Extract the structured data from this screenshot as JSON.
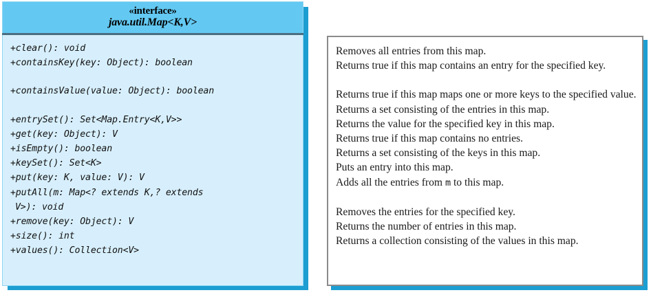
{
  "diagram": {
    "title": "java.util.Map<K,V> interface UML class diagram",
    "colors": {
      "header_fill": "#63c9f2",
      "body_fill": "#d7effc",
      "shadow": "#1c9ed2",
      "divider": "#4a6e80",
      "panel_border": "#8a8a8a",
      "panel_fill": "#ffffff"
    }
  },
  "uml": {
    "stereotype": "«interface»",
    "type_name": "java.util.Map<K,V>",
    "methods": [
      {
        "signature": "+clear(): void",
        "gap_after": false,
        "continuation": false
      },
      {
        "signature": "+containsKey(key: Object): boolean",
        "gap_after": true,
        "continuation": false
      },
      {
        "signature": "+containsValue(value: Object): boolean",
        "gap_after": true,
        "continuation": false
      },
      {
        "signature": "+entrySet(): Set<Map.Entry<K,V>>",
        "gap_after": false,
        "continuation": false
      },
      {
        "signature": "+get(key: Object): V",
        "gap_after": false,
        "continuation": false
      },
      {
        "signature": "+isEmpty(): boolean",
        "gap_after": false,
        "continuation": false
      },
      {
        "signature": "+keySet(): Set<K>",
        "gap_after": false,
        "continuation": false
      },
      {
        "signature": "+put(key: K, value: V): V",
        "gap_after": false,
        "continuation": false
      },
      {
        "signature": "+putAll(m: Map<? extends K,? extends",
        "gap_after": false,
        "continuation": false
      },
      {
        "signature": "V>): void",
        "gap_after": false,
        "continuation": true
      },
      {
        "signature": "+remove(key: Object): V",
        "gap_after": false,
        "continuation": false
      },
      {
        "signature": "+size(): int",
        "gap_after": false,
        "continuation": false
      },
      {
        "signature": "+values(): Collection<V>",
        "gap_after": false,
        "continuation": false
      }
    ]
  },
  "descriptions": {
    "lines": [
      {
        "text": "Removes all entries from this map.",
        "gap_after": false,
        "mono_token": ""
      },
      {
        "text": "Returns true if this map contains an entry for the specified key.",
        "gap_after": true,
        "mono_token": ""
      },
      {
        "text": "Returns true if this map maps one or more keys to the specified value.",
        "gap_after": false,
        "mono_token": ""
      },
      {
        "text": "Returns a set consisting of the entries in this map.",
        "gap_after": false,
        "mono_token": ""
      },
      {
        "text": "Returns the value for the specified key in this map.",
        "gap_after": false,
        "mono_token": ""
      },
      {
        "text": "Returns true if this map contains no entries.",
        "gap_after": false,
        "mono_token": ""
      },
      {
        "text": "Returns a set consisting of the keys in this map.",
        "gap_after": false,
        "mono_token": ""
      },
      {
        "text": "Puts an entry into this map.",
        "gap_after": false,
        "mono_token": ""
      },
      {
        "text": "Adds all the entries from m to this map.",
        "gap_after": true,
        "mono_token": "m"
      },
      {
        "text": "Removes the entries for the specified key.",
        "gap_after": false,
        "mono_token": ""
      },
      {
        "text": "Returns the number of entries in this map.",
        "gap_after": false,
        "mono_token": ""
      },
      {
        "text": "Returns a collection consisting of the values in this map.",
        "gap_after": false,
        "mono_token": ""
      }
    ]
  }
}
